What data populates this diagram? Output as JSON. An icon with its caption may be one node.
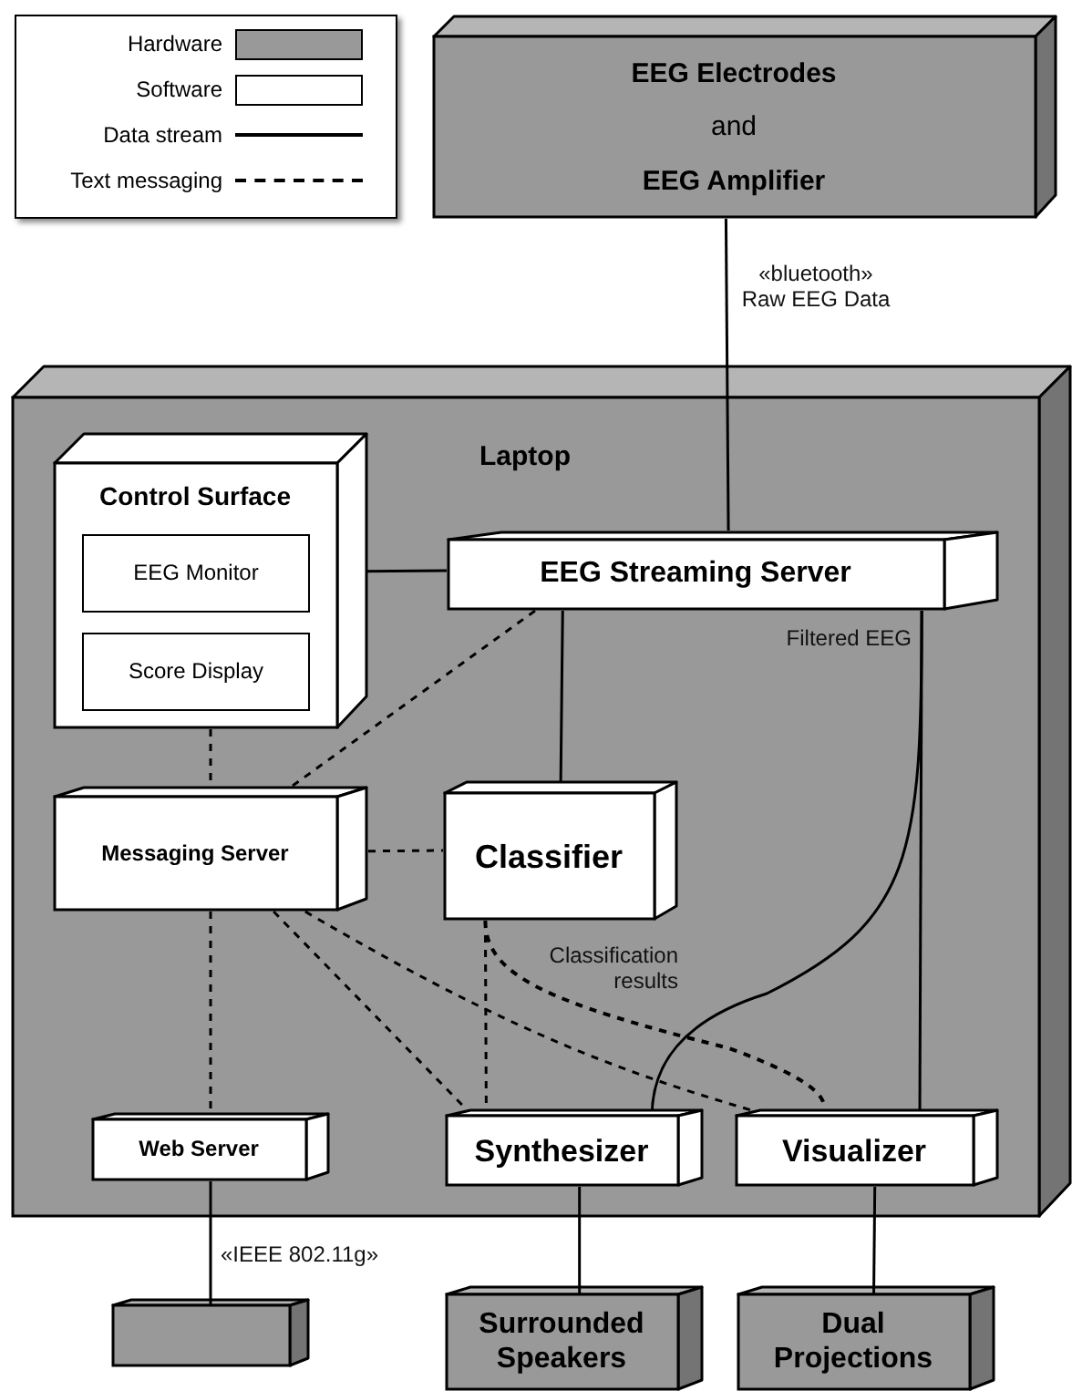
{
  "diagram": {
    "nodes": [
      {
        "text": [
          "EEG Electrodes",
          "and",
          "EEG Amplifier"
        ]
      },
      {
        "text": [
          "Laptop"
        ]
      },
      {
        "text": [
          "Control Surface"
        ],
        "in": 1
      },
      {
        "text": [
          "EEG Monitor"
        ],
        "in": 2
      },
      {
        "text": [
          "Score Display"
        ],
        "in": 2
      },
      {
        "text": [
          "EEG Streaming Server"
        ],
        "in": 1
      },
      {
        "text": [
          "Messaging Server"
        ],
        "in": 1
      },
      {
        "text": [
          "Classifier"
        ],
        "in": 1
      },
      {
        "text": [
          "Web Server"
        ],
        "in": 1
      },
      {
        "text": [
          "Synthesizer"
        ],
        "in": 1
      },
      {
        "text": [
          "Visualizer"
        ],
        "in": 1
      },
      {
        "text": [],
        "shape": "box"
      },
      {
        "text": [
          "Surrounded Speakers"
        ]
      },
      {
        "text": [
          "Dual Projections"
        ]
      }
    ],
    "edges": [
      {
        "from": 0,
        "to": 5,
        "arrow": "none",
        "label": "«bluetooth» Raw EEG Data"
      },
      {
        "from": 3,
        "to": 5,
        "arrow": "none"
      },
      {
        "from": 5,
        "to": 7,
        "arrow": "none"
      },
      {
        "from": 5,
        "to": 10,
        "arrow": "none",
        "label": "Filtered EEG"
      },
      {
        "from": 5,
        "to": 9,
        "arrow": "none"
      },
      {
        "from": 2,
        "to": 6,
        "arrow": "none",
        "style": "dashed"
      },
      {
        "from": 5,
        "to": 6,
        "arrow": "none",
        "style": "dashed"
      },
      {
        "from": 6,
        "to": 7,
        "arrow": "none",
        "style": "dashed"
      },
      {
        "from": 6,
        "to": 8,
        "arrow": "none",
        "style": "dashed"
      },
      {
        "from": 6,
        "to": 9,
        "arrow": "none",
        "style": "dashed"
      },
      {
        "from": 6,
        "to": 10,
        "arrow": "none",
        "style": "dashed"
      },
      {
        "from": 7,
        "to": 9,
        "arrow": "none",
        "style": "dashed"
      },
      {
        "from": 7,
        "to": 10,
        "arrow": "none",
        "style": "dashed",
        "label": "Classification results"
      },
      {
        "from": 8,
        "to": 11,
        "arrow": "none",
        "label": "«IEEE 802.11g»"
      },
      {
        "from": 9,
        "to": 12,
        "arrow": "none"
      },
      {
        "from": 10,
        "to": 13,
        "arrow": "none"
      }
    ],
    "legend": [
      {
        "text": "Hardware",
        "color": "#999999"
      },
      {
        "text": "Software",
        "color": "#ffffff"
      },
      {
        "text": "Data stream"
      },
      {
        "text": "Text messaging"
      }
    ]
  }
}
